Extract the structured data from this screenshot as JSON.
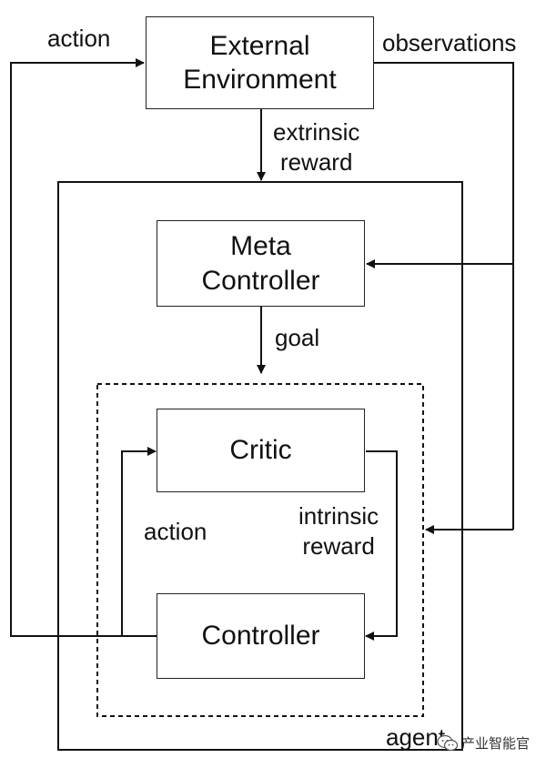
{
  "boxes": {
    "external_environment": "External\nEnvironment",
    "meta_controller": "Meta\nController",
    "critic": "Critic",
    "controller": "Controller"
  },
  "labels": {
    "action_top": "action",
    "observations": "observations",
    "extrinsic_reward": "extrinsic\nreward",
    "goal": "goal",
    "action_inner": "action",
    "intrinsic_reward": "intrinsic\nreward",
    "agent": "agent"
  },
  "watermark": {
    "text": "产业智能官",
    "icon": "wechat-icon"
  }
}
